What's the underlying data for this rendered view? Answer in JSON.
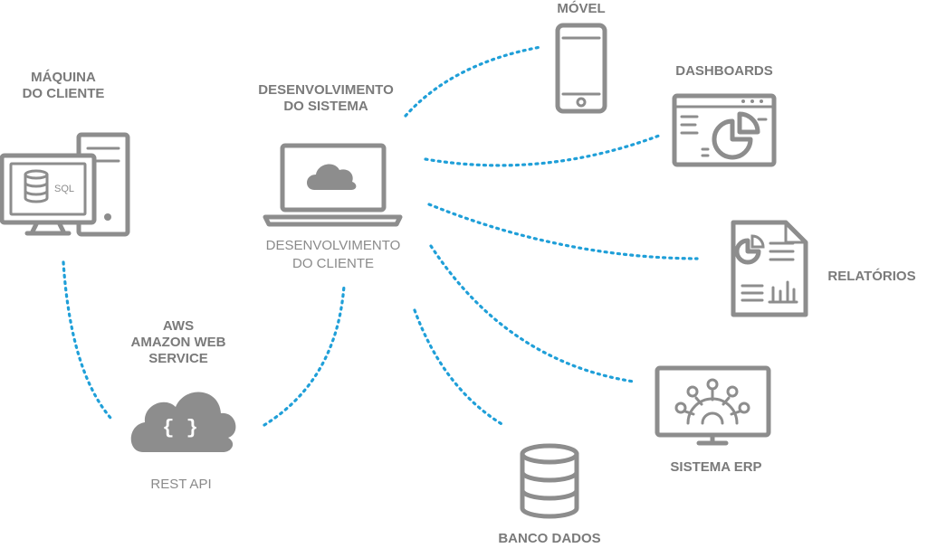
{
  "labels": {
    "maquina": [
      "MÁQUINA",
      "DO CLIENTE"
    ],
    "sql": "SQL",
    "dev_sistema": [
      "DESENVOLVIMENTO",
      "DO SISTEMA"
    ],
    "dev_cliente": [
      "DESENVOLVIMENTO",
      "DO CLIENTE"
    ],
    "aws": [
      "AWS",
      "AMAZON WEB",
      "SERVICE"
    ],
    "rest_api": "REST API",
    "braces": "{ }",
    "movel": "MÓVEL",
    "dashboards": "DASHBOARDS",
    "relatorios": "RELATÓRIOS",
    "erp": "SISTEMA ERP",
    "banco": "BANCO DADOS"
  },
  "colors": {
    "connector": "#1f9fd8",
    "icon": "#8d8d8d",
    "label": "#7a7a7a"
  }
}
